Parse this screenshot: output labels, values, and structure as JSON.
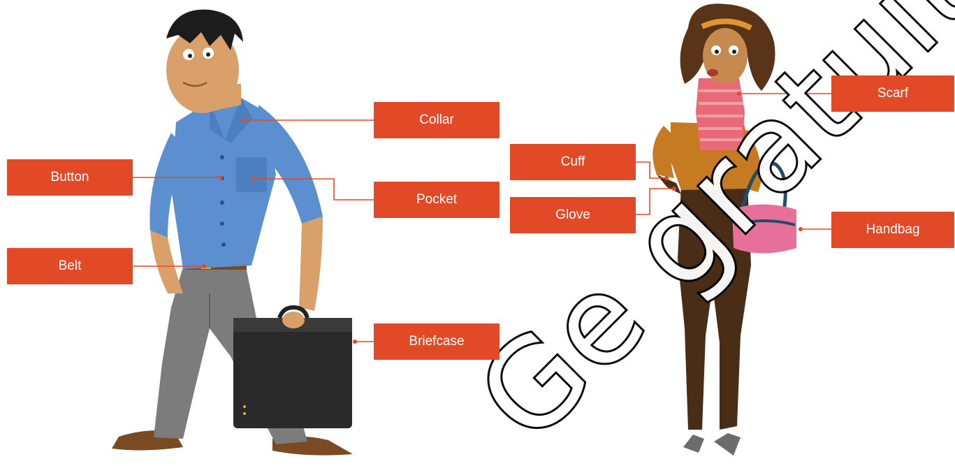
{
  "labels": {
    "collar": "Collar",
    "button": "Button",
    "pocket": "Pocket",
    "belt": "Belt",
    "briefcase": "Briefcase",
    "scarf": "Scarf",
    "cuff": "Cuff",
    "glove": "Glove",
    "handbag": "Handbag"
  },
  "watermark": "Ge gratuita",
  "colors": {
    "label_bg": "#e24a27",
    "label_text": "#ffffff",
    "shirt": "#5b8fd0",
    "skin": "#d9a06a",
    "trousers_man": "#7a7a7a",
    "sweater": "#c67a22",
    "trousers_woman": "#4a2d16",
    "scarf": "#e86a76",
    "handbag": "#e7709a"
  }
}
